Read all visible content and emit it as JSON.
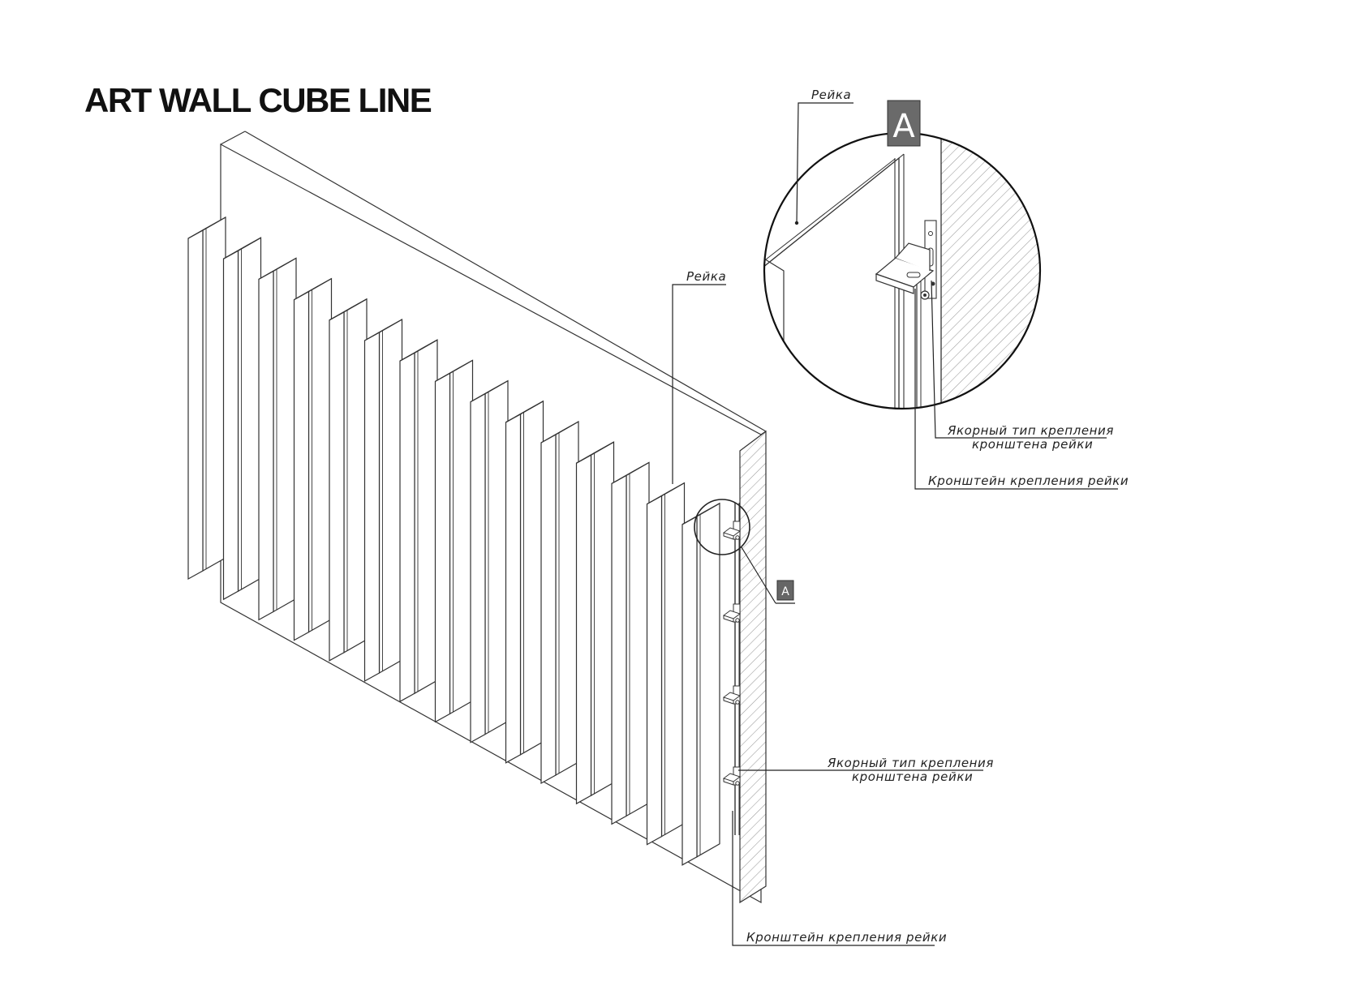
{
  "title": "ART WALL CUBE LINE",
  "detail": {
    "marker": "A",
    "label_slat": "Рейка",
    "label_anchor_line1": "Якорный тип крепления",
    "label_anchor_line2": "кронштена рейки",
    "label_bracket": "Кронштейн крепления рейки"
  },
  "main": {
    "marker": "A",
    "label_slat": "Рейка",
    "label_anchor_line1": "Якорный тип крепления",
    "label_anchor_line2": "кронштена рейки",
    "label_bracket": "Кронштейн крепления рейки"
  }
}
